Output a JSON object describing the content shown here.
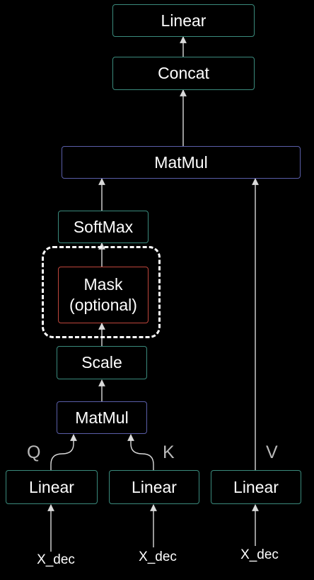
{
  "blocks": {
    "top_linear": "Linear",
    "concat": "Concat",
    "matmul_top": "MatMul",
    "softmax": "SoftMax",
    "mask_line1": "Mask",
    "mask_line2": "(optional)",
    "scale": "Scale",
    "matmul_bottom": "MatMul",
    "linear_q": "Linear",
    "linear_k": "Linear",
    "linear_v": "Linear"
  },
  "branch_labels": {
    "q": "Q",
    "k": "K",
    "v": "V"
  },
  "inputs": {
    "q": "X_dec",
    "k": "X_dec",
    "v": "X_dec"
  },
  "colors": {
    "teal_border": "#3a8a7c",
    "blue_border": "#5a5ea8",
    "red_border": "#c0463c",
    "arrow": "#d9d9d9",
    "label_gray": "#b9b9b9"
  }
}
